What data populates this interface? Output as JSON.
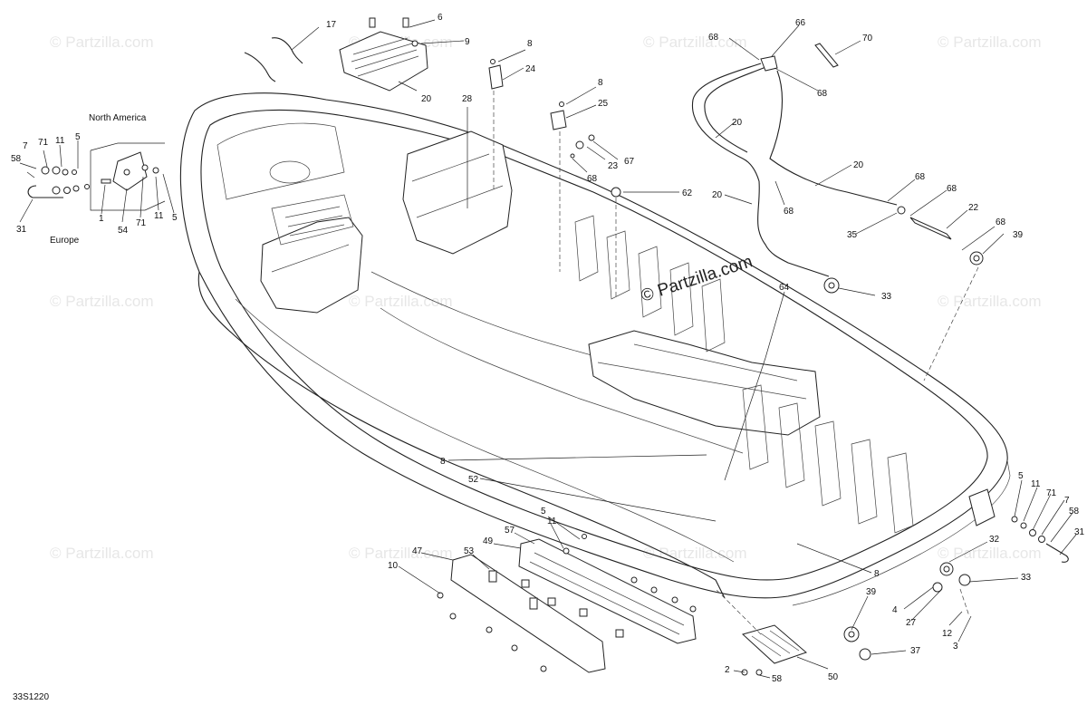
{
  "watermark": "© Partzilla.com",
  "diagram_code": "33S1220",
  "region_north_america": "North America",
  "region_europe": "Europe",
  "callouts": [
    {
      "id": "c17a",
      "text": "17"
    },
    {
      "id": "c6a",
      "text": "6"
    },
    {
      "id": "c9a",
      "text": "9"
    },
    {
      "id": "c20a",
      "text": "20"
    },
    {
      "id": "c8a",
      "text": "8"
    },
    {
      "id": "c24",
      "text": "24"
    },
    {
      "id": "c28",
      "text": "28"
    },
    {
      "id": "c8b",
      "text": "8"
    },
    {
      "id": "c25",
      "text": "25"
    },
    {
      "id": "c23",
      "text": "23"
    },
    {
      "id": "c67",
      "text": "67"
    },
    {
      "id": "c68a",
      "text": "68"
    },
    {
      "id": "c62",
      "text": "62"
    },
    {
      "id": "c68b",
      "text": "68"
    },
    {
      "id": "c66",
      "text": "66"
    },
    {
      "id": "c70",
      "text": "70"
    },
    {
      "id": "c68c",
      "text": "68"
    },
    {
      "id": "c20b",
      "text": "20"
    },
    {
      "id": "c20c",
      "text": "20"
    },
    {
      "id": "c20d",
      "text": "20"
    },
    {
      "id": "c68d",
      "text": "68"
    },
    {
      "id": "c68e",
      "text": "68"
    },
    {
      "id": "c68f",
      "text": "68"
    },
    {
      "id": "c22",
      "text": "22"
    },
    {
      "id": "c35",
      "text": "35"
    },
    {
      "id": "c68g",
      "text": "68"
    },
    {
      "id": "c39a",
      "text": "39"
    },
    {
      "id": "c33a",
      "text": "33"
    },
    {
      "id": "c64",
      "text": "64"
    },
    {
      "id": "c7a",
      "text": "7"
    },
    {
      "id": "c71a",
      "text": "71"
    },
    {
      "id": "c11a",
      "text": "11"
    },
    {
      "id": "c5a",
      "text": "5"
    },
    {
      "id": "c58a",
      "text": "58"
    },
    {
      "id": "c31a",
      "text": "31"
    },
    {
      "id": "c1",
      "text": "1"
    },
    {
      "id": "c54",
      "text": "54"
    },
    {
      "id": "c71b",
      "text": "71"
    },
    {
      "id": "c11b",
      "text": "11"
    },
    {
      "id": "c5b",
      "text": "5"
    },
    {
      "id": "c8c",
      "text": "8"
    },
    {
      "id": "c52",
      "text": "52"
    },
    {
      "id": "c5c",
      "text": "5"
    },
    {
      "id": "c11c",
      "text": "11"
    },
    {
      "id": "c57",
      "text": "57"
    },
    {
      "id": "c49",
      "text": "49"
    },
    {
      "id": "c47",
      "text": "47"
    },
    {
      "id": "c53",
      "text": "53"
    },
    {
      "id": "c10",
      "text": "10"
    },
    {
      "id": "c2",
      "text": "2"
    },
    {
      "id": "c58b",
      "text": "58"
    },
    {
      "id": "c50",
      "text": "50"
    },
    {
      "id": "c8d",
      "text": "8"
    },
    {
      "id": "c39b",
      "text": "39"
    },
    {
      "id": "c37",
      "text": "37"
    },
    {
      "id": "c4",
      "text": "4"
    },
    {
      "id": "c27",
      "text": "27"
    },
    {
      "id": "c12",
      "text": "12"
    },
    {
      "id": "c3",
      "text": "3"
    },
    {
      "id": "c32",
      "text": "32"
    },
    {
      "id": "c33b",
      "text": "33"
    },
    {
      "id": "c5d",
      "text": "5"
    },
    {
      "id": "c11d",
      "text": "11"
    },
    {
      "id": "c71c",
      "text": "71"
    },
    {
      "id": "c7b",
      "text": "7"
    },
    {
      "id": "c58c",
      "text": "58"
    },
    {
      "id": "c31b",
      "text": "31"
    }
  ]
}
